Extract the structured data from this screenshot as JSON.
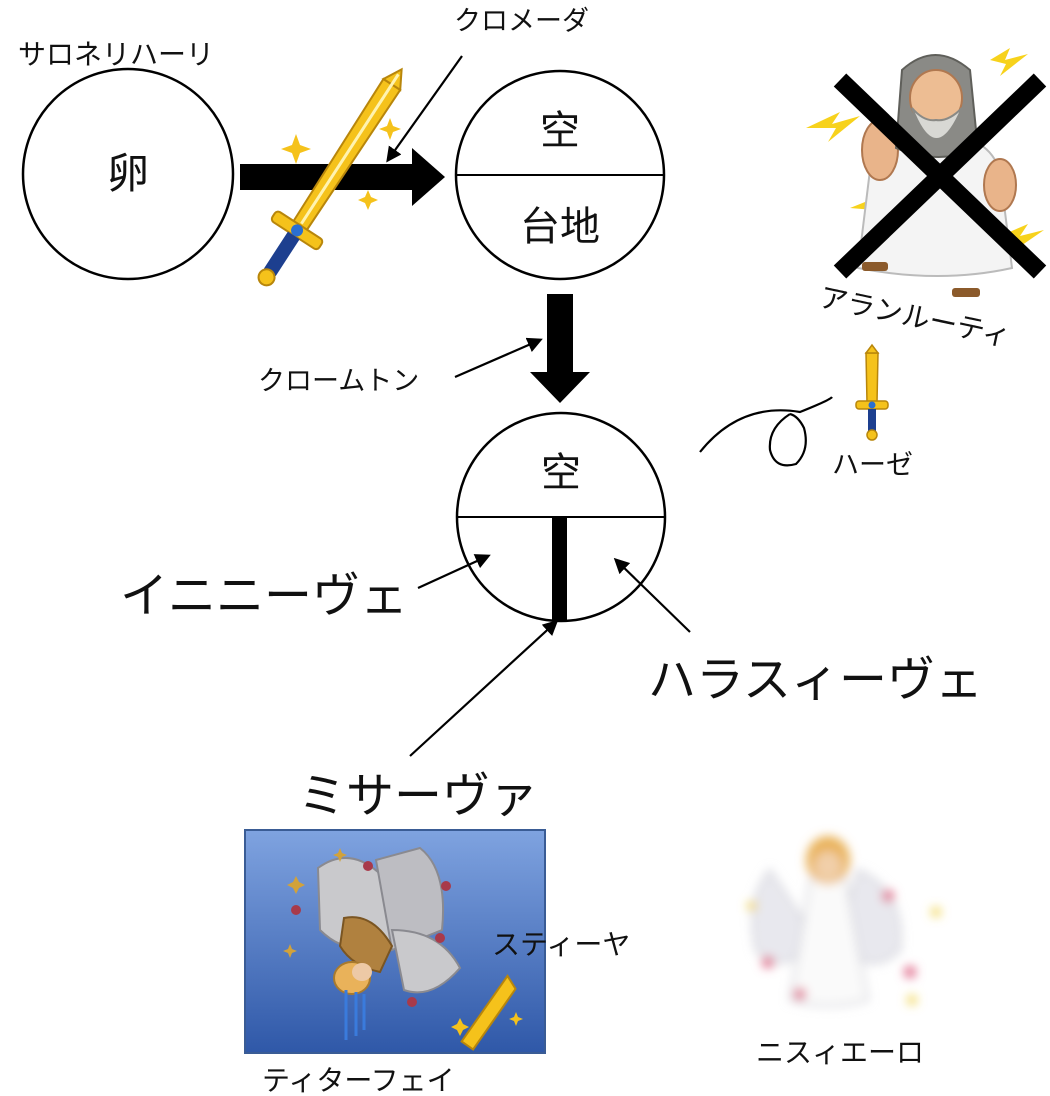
{
  "labels": {
    "creator": "サロネリハーリ",
    "egg": "卵",
    "sword_name_top": "クロメーダ",
    "sky_top": "空",
    "land": "台地",
    "ruined_god": "アランルーティ",
    "arrow_name": "クロームトン",
    "sky_bottom": "空",
    "small_sword_name": "ハーゼ",
    "left_region": "イニニーヴェ",
    "right_region": "ハラスィーヴェ",
    "divider_name": "ミサーヴァ",
    "fallen_angel": "ティターフェイ",
    "broken_sword": "スティーヤ",
    "angel": "ニスィエーロ"
  },
  "colors": {
    "line": "#000000",
    "gold": "#f5c21b",
    "blade_blue": "#1d3f8f",
    "panel_top": "#7fa3e0",
    "panel_bottom": "#2f58a8",
    "panel_border": "#3a5c95",
    "angel_wing": "#e8e8ee",
    "angel_hair": "#e9b25a",
    "god_robe": "#f4f4f4",
    "lightning": "#f7d21c",
    "cross": "#000000"
  },
  "icons": {
    "sword": "golden-sword-icon",
    "small_sword": "small-sword-icon",
    "god": "bearded-god-icon",
    "cross": "cross-out-icon",
    "fallen_angel": "fallen-angel-icon",
    "angel": "angel-icon",
    "broken_sword": "broken-sword-icon"
  }
}
